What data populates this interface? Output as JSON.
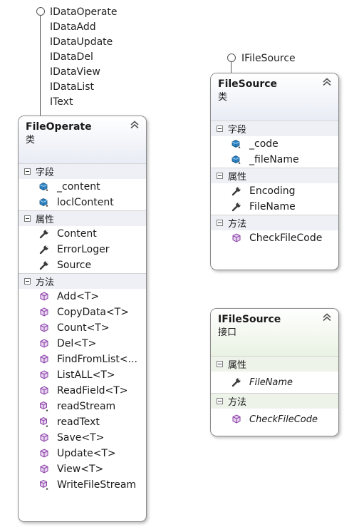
{
  "file_operate_interfaces": [
    "IDataOperate",
    "IDataAdd",
    "IDataUpdate",
    "IDataDel",
    "IDataView",
    "IDataList",
    "IText"
  ],
  "file_source_interface_label": "IFileSource",
  "classes": {
    "file_operate": {
      "title": "FileOperate",
      "kind": "类",
      "sections": {
        "fields": {
          "label": "字段",
          "items": [
            "_content",
            "loclContent"
          ]
        },
        "properties": {
          "label": "属性",
          "items": [
            "Content",
            "ErrorLoger",
            "Source"
          ]
        },
        "methods": {
          "label": "方法",
          "items": [
            "Add<T>",
            "CopyData<T>",
            "Count<T>",
            "Del<T>",
            "FindFromList<...",
            "ListALL<T>",
            "ReadField<T>",
            "readStream",
            "readText",
            "Save<T>",
            "Update<T>",
            "View<T>",
            "WriteFileStream"
          ]
        }
      }
    },
    "file_source": {
      "title": "FileSource",
      "kind": "类",
      "sections": {
        "fields": {
          "label": "字段",
          "items": [
            "_code",
            "_fileName"
          ]
        },
        "properties": {
          "label": "属性",
          "items": [
            "Encoding",
            "FileName"
          ]
        },
        "methods": {
          "label": "方法",
          "items": [
            "CheckFileCode"
          ]
        }
      }
    },
    "ifile_source": {
      "title": "IFileSource",
      "kind": "接口",
      "sections": {
        "properties": {
          "label": "属性",
          "items": [
            "FileName"
          ]
        },
        "methods": {
          "label": "方法",
          "items": [
            "CheckFileCode"
          ]
        }
      }
    }
  },
  "icons": {
    "field": "field-icon",
    "property": "wrench-icon",
    "method": "method-cube-icon",
    "collapse": "double-chevron-up-icon"
  },
  "colors": {
    "class_header": "#e9ecf5",
    "interface_header": "#e9f2e3",
    "border": "#8c8c8c",
    "field_icon": "#1f6fa8",
    "method_icon": "#8a3fa6"
  }
}
